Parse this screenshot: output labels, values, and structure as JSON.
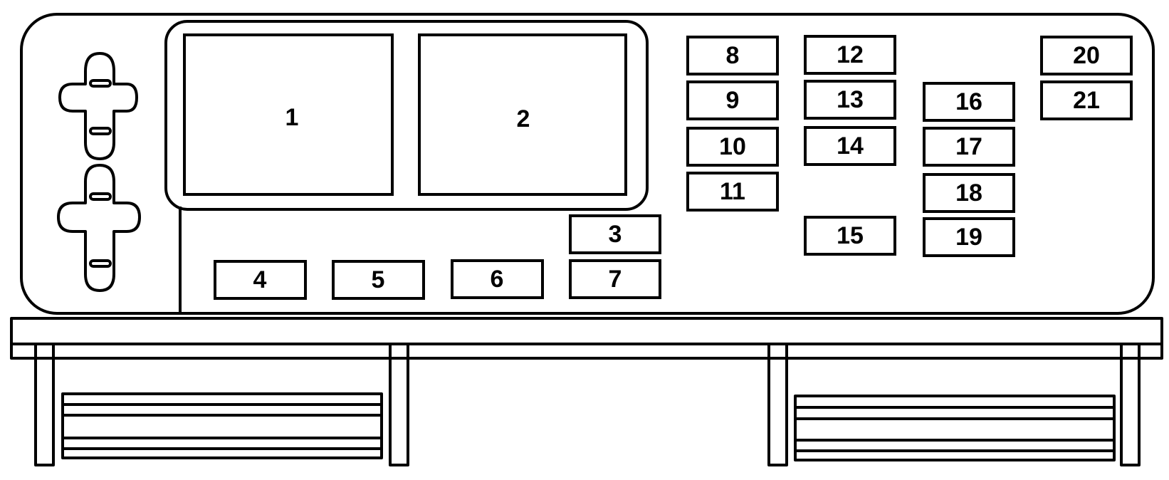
{
  "diagram": {
    "relays": [
      {
        "id": "relay-1",
        "label": "1"
      },
      {
        "id": "relay-2",
        "label": "2"
      }
    ],
    "fuses": [
      {
        "id": "fuse-3",
        "label": "3"
      },
      {
        "id": "fuse-4",
        "label": "4"
      },
      {
        "id": "fuse-5",
        "label": "5"
      },
      {
        "id": "fuse-6",
        "label": "6"
      },
      {
        "id": "fuse-7",
        "label": "7"
      },
      {
        "id": "fuse-8",
        "label": "8"
      },
      {
        "id": "fuse-9",
        "label": "9"
      },
      {
        "id": "fuse-10",
        "label": "10"
      },
      {
        "id": "fuse-11",
        "label": "11"
      },
      {
        "id": "fuse-12",
        "label": "12"
      },
      {
        "id": "fuse-13",
        "label": "13"
      },
      {
        "id": "fuse-14",
        "label": "14"
      },
      {
        "id": "fuse-15",
        "label": "15"
      },
      {
        "id": "fuse-16",
        "label": "16"
      },
      {
        "id": "fuse-17",
        "label": "17"
      },
      {
        "id": "fuse-18",
        "label": "18"
      },
      {
        "id": "fuse-19",
        "label": "19"
      },
      {
        "id": "fuse-20",
        "label": "20"
      },
      {
        "id": "fuse-21",
        "label": "21"
      }
    ]
  }
}
